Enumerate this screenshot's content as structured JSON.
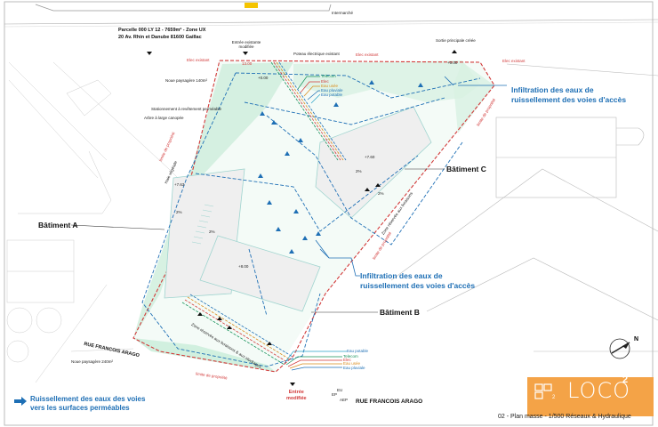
{
  "plan": {
    "title": "02 - Plan masse - 1/500 Réseaux & Hydraulique",
    "parcel": {
      "line1": "Parcelle 000 LY 12 - 7659m² - Zone UX",
      "line2": "20 Av. Rhin et Danube 81600 Gaillac"
    },
    "neighbors": {
      "top": "Intermarché"
    },
    "streets": {
      "rue_arago_left": "RUE FRANCOIS ARAGO",
      "rue_arago_bottom": "RUE FRANCOIS ARAGO"
    },
    "entrances": {
      "top_entrance": "Entrée existante modifiée",
      "main_exit": "Sortie principale créée",
      "bottom_entrance_1": "Entrée",
      "bottom_entrance_2": "modifiée"
    },
    "buildings": {
      "a": "Bâtiment A",
      "b": "Bâtiment B",
      "c": "Bâtiment C"
    },
    "infiltration_notes": {
      "top_line1": "Infiltration des eaux de",
      "top_line2": "ruissellement des voies d'accès",
      "mid_line1": "Infiltration des eaux de",
      "mid_line2": "ruissellement des voies d'accès"
    },
    "annotations": {
      "noue_140": "Noue paysagère 140m²",
      "noue_240": "Noue paysagère 240m²",
      "parking": "Stationnement à revêtement perméable",
      "trees": "Arbre à large canopée",
      "poteau": "Poteau électrique existant",
      "limite_1": "limite de propriété",
      "limite_2": "limite de propriété",
      "limite_3": "limite de propriété",
      "limite_4": "limite de propriété",
      "zone_c": "Zone réservée aux livraisons",
      "zone_b": "Zone réservée aux livraisons & aux stockages",
      "haie": "Haie végétale",
      "elec_exist_1": "Elec existant",
      "elec_exist_2": "Elec existant",
      "elec_exist_3": "Elec existant",
      "dim_top": "13.00",
      "ep_label": "EP",
      "aep_label": "AEP",
      "eu_label": "EU"
    },
    "elevations": {
      "top_left": "+0.00",
      "top_right": "+0.00",
      "bldg_a": "+7.63",
      "bldg_c": "+7.60",
      "bldg_b": "+8.00"
    },
    "slopes": {
      "s1": "2%",
      "s2": "2%",
      "s3": "2%",
      "s4": "2%"
    },
    "networks": {
      "top": [
        "Telecom",
        "Elec",
        "Eau usée",
        "Eau pluviale",
        "Eau potable"
      ],
      "bottom": [
        "Eau potable",
        "Telecom",
        "Elec",
        "Eau usée",
        "Eau pluviale"
      ]
    },
    "network_colors": {
      "telecom": "#16915a",
      "elec": "#d23a3a",
      "eau_usee": "#d98a1a",
      "eau_pluviale": "#1e6fb5",
      "eau_potable": "#2aa3c9"
    },
    "colors": {
      "property_line": "#d23a3a",
      "infiltration_blue": "#1e6fb5",
      "green_zone": "#c9ecd6",
      "logo_orange": "#f4a347"
    },
    "north_label": "N",
    "legend": {
      "line1": "Ruissellement des eaux des voies",
      "line2": "vers les surfaces perméables"
    },
    "logo": {
      "word": "LOCO",
      "sup": "2"
    }
  }
}
